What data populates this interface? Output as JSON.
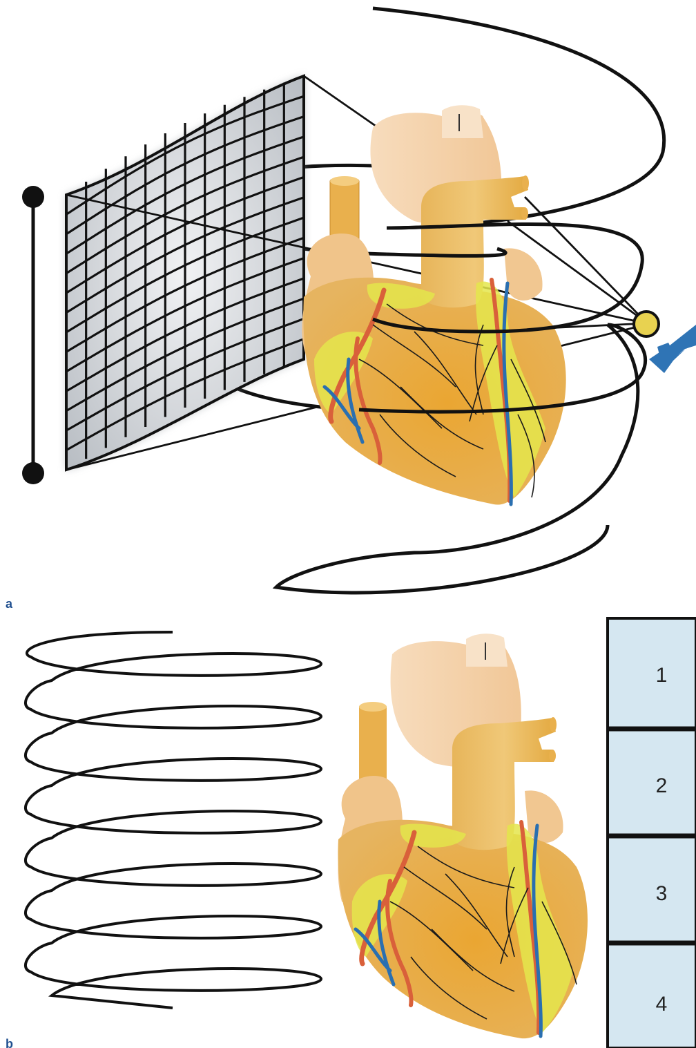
{
  "panel_a": {
    "label": "a"
  },
  "panel_b": {
    "label": "b",
    "segments": [
      "1",
      "2",
      "3",
      "4"
    ]
  },
  "colors": {
    "detector_fill": "#d3d6da",
    "heart_fill": "#e9a93d",
    "heart_light": "#f6cf9a",
    "aorta": "#f3c99a",
    "fat_yellow": "#e5e64d",
    "artery_red": "#d9603a",
    "vein_blue": "#2a6fb0",
    "tube_yellow": "#e8d250",
    "arrow_blue": "#2f74b5",
    "segment_fill": "#d5e7f1"
  },
  "icons": [
    "heart-illustration",
    "x-ray-tube-icon",
    "rotation-arrow-icon",
    "detector-array-icon",
    "helical-path-icon"
  ]
}
